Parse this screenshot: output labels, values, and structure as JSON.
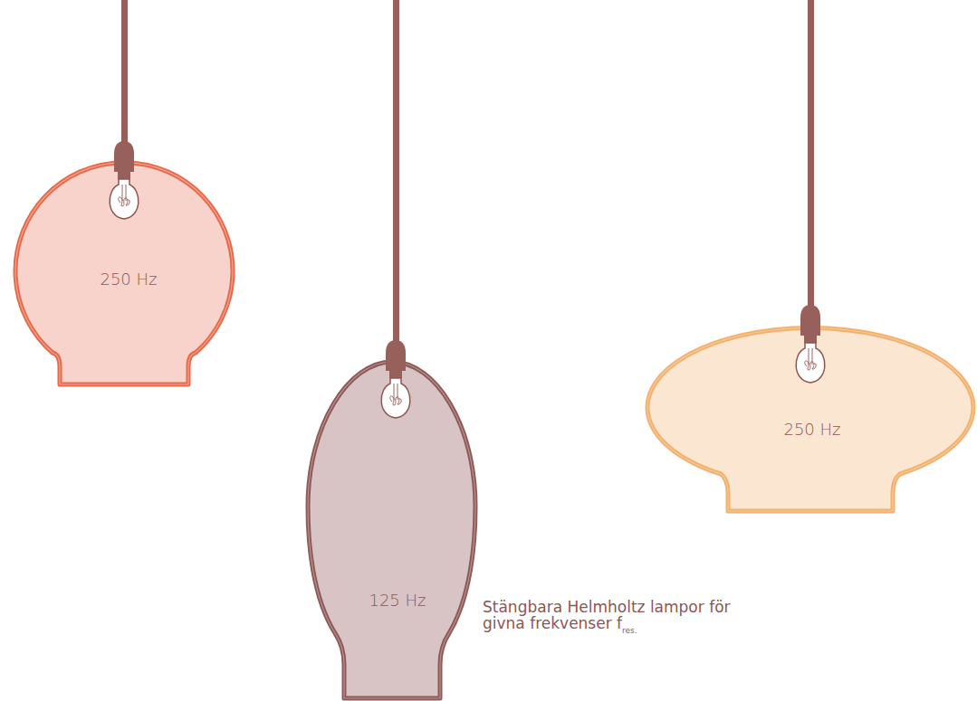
{
  "diagram": {
    "caption": "Stängbara Helmholtz lampor för givna frekvenser f",
    "nodes": [
      {
        "text": [
          "250 Hz"
        ]
      },
      {
        "text": [
          "125 Hz"
        ]
      },
      {
        "text": [
          "250 Hz"
        ]
      }
    ],
    "labels": [
      "res."
    ]
  }
}
